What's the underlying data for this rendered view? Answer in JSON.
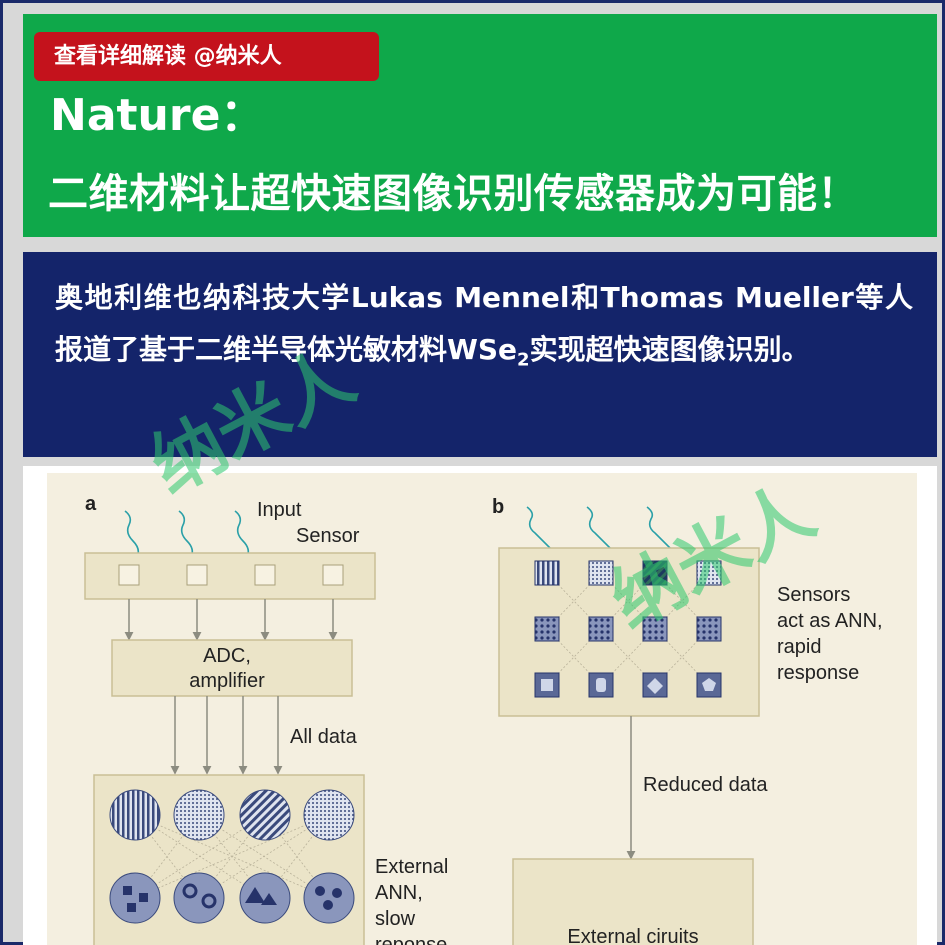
{
  "tag_label": "查看详细解读  @纳米人",
  "nature_label": "Nature：",
  "headline": "二维材料让超快速图像识别传感器成为可能！",
  "intro": {
    "before_sub": "奥地利维也纳科技大学Lukas Mennel和Thomas Mueller等人报道了基于二维半导体光敏材料WSe",
    "sub": "2",
    "after_sub": "实现超快速图像识别。"
  },
  "watermark": "纳米人",
  "figure": {
    "panel_a": {
      "letter": "a",
      "input_label": "Input",
      "sensor_label": "Sensor",
      "adc_line1": "ADC,",
      "adc_line2": "amplifier",
      "all_data_label": "All data",
      "ann_line1": "External",
      "ann_line2": "ANN,",
      "ann_line3": "slow",
      "ann_line4": "reponse"
    },
    "panel_b": {
      "letter": "b",
      "sensors_line1": "Sensors",
      "sensors_line2": "act as ANN,",
      "sensors_line3": "rapid",
      "sensors_line4": "response",
      "reduced_label": "Reduced data",
      "external_label": "External ciruits"
    },
    "colors": {
      "box_fill": "#ebe4c8",
      "box_stroke": "#c9bf95",
      "node_blue": "#4a5a8c",
      "arrow": "#2aa0a8"
    }
  }
}
